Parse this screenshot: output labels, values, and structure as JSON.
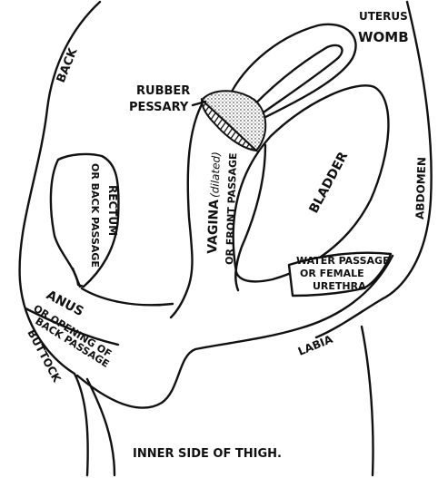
{
  "labels": {
    "uterus": "UTERUS",
    "womb": "WOMB",
    "rubber": "RUBBER",
    "pessary": "PESSARY",
    "back": "BACK",
    "rectum": "RECTUM",
    "or_back_passage_1": "OR BACK PASSAGE",
    "vagina": "VAGINA",
    "dilated": "(dilated)",
    "or_front_passage": "OR FRONT PASSAGE",
    "bladder": "BLADDER",
    "abdomen": "ABDOMEN",
    "water_passage": "WATER PASSAGE",
    "or_female": "OR FEMALE",
    "urethra": "URETHRA",
    "anus": "ANUS",
    "or_opening_of": "OR OPENING OF",
    "back_passage_2": "BACK PASSAGE",
    "buttock": "BUTTOCK",
    "labia": "LABIA",
    "inner_thigh": "INNER SIDE OF THIGH."
  },
  "colors": {
    "ink": "#111111",
    "paper": "#ffffff"
  }
}
